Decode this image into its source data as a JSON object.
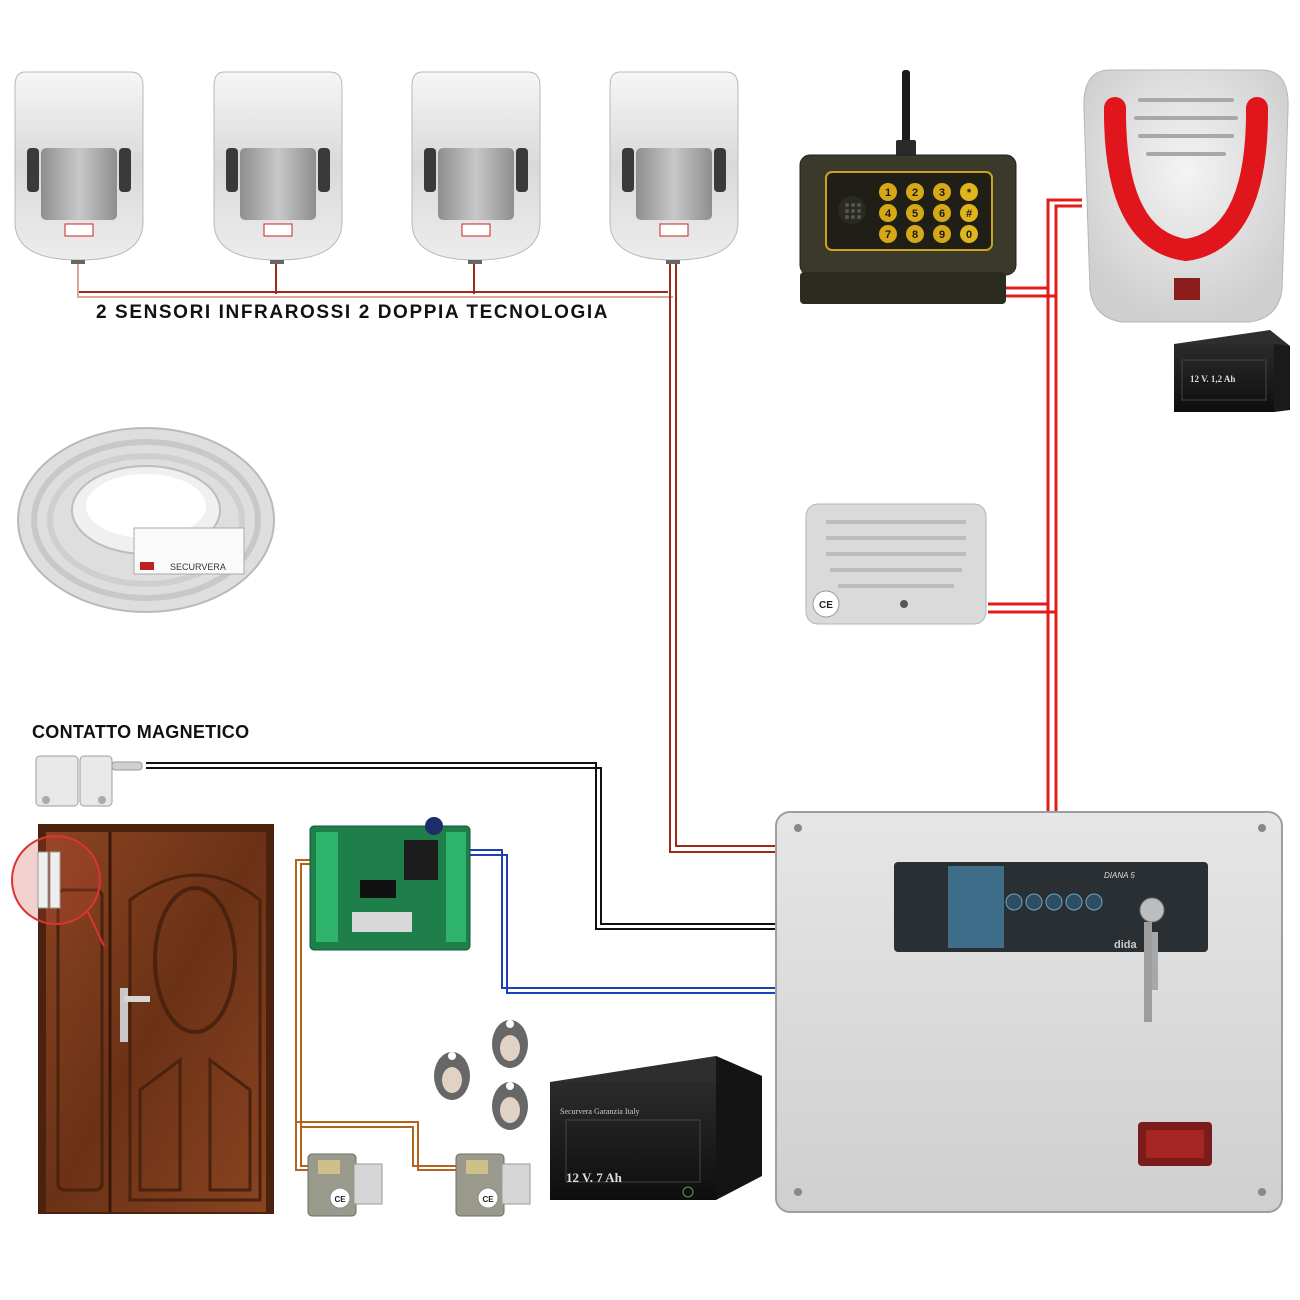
{
  "labels": {
    "sensors": "2 SENSORI INFRAROSSI 2 DOPPIA TECNOLOGIA",
    "magnetic_contact": "CONTATTO MAGNETICO"
  },
  "keypad": {
    "keys": [
      "1",
      "2",
      "3",
      "*",
      "4",
      "5",
      "6",
      "#",
      "7",
      "8",
      "9",
      "0"
    ]
  },
  "battery_small": {
    "label": "12 V. 1,2 Ah"
  },
  "battery_large": {
    "brand": "Securvera  Garanzia Italy",
    "label": "12 V. 7 Ah"
  },
  "cable": {
    "brand": "SECURVERA"
  },
  "control_panel": {
    "model": "DIANA 5",
    "brand_mark": "dida"
  },
  "certification": "CE",
  "colors": {
    "wire_red": "#e21b1b",
    "wire_darkred": "#9b2a1a",
    "wire_black": "#111111",
    "wire_blue": "#1f3fb5",
    "wire_brown": "#b0641c",
    "siren_led": "#e0161c",
    "door_wood": "#7a3a1c"
  }
}
